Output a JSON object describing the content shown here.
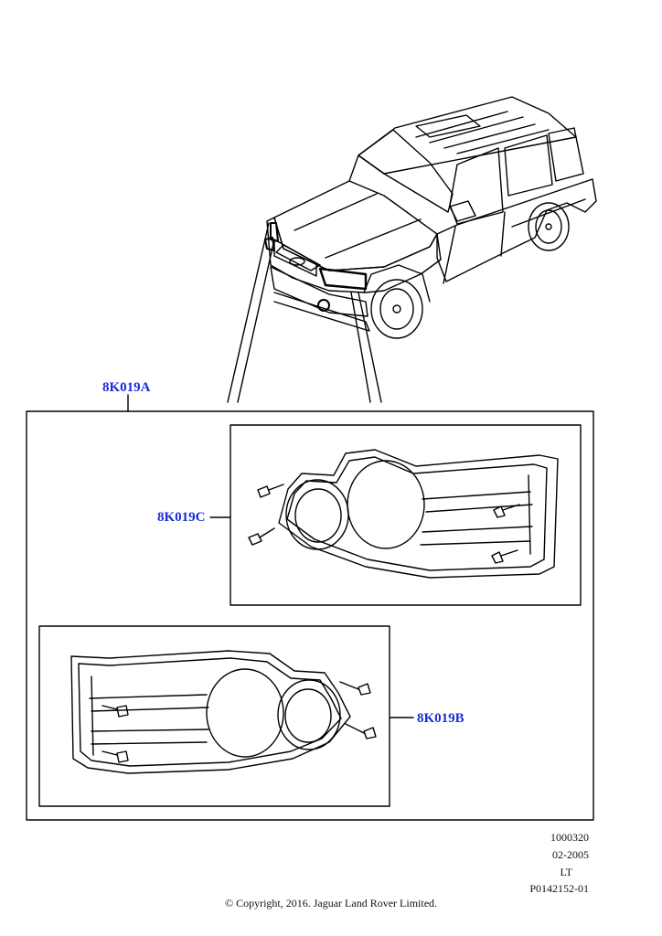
{
  "callouts": {
    "assembly": "8K019A",
    "right_bezel": "8K019C",
    "left_bezel": "8K019B"
  },
  "reference": {
    "line1": "1000320",
    "line2": "02-2005",
    "line3": "LT",
    "line4": "P0142152-01"
  },
  "copyright": "© Copyright, 2016. Jaguar Land Rover Limited.",
  "colors": {
    "callout": "#1a2bd6",
    "line": "#000000"
  }
}
